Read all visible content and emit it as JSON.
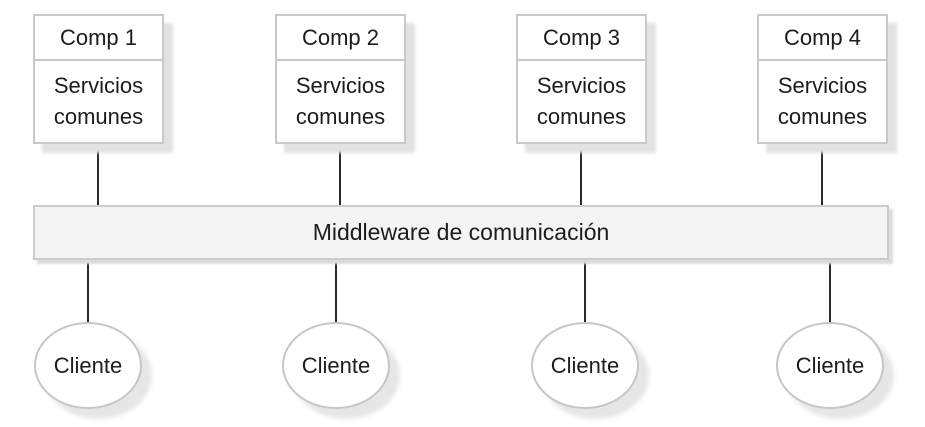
{
  "figure": {
    "components": [
      {
        "title": "Comp 1",
        "services_label": "Servicios comunes"
      },
      {
        "title": "Comp 2",
        "services_label": "Servicios comunes"
      },
      {
        "title": "Comp 3",
        "services_label": "Servicios comunes"
      },
      {
        "title": "Comp 4",
        "services_label": "Servicios comunes"
      }
    ],
    "middleware_label": "Middleware de comunicación",
    "clients": [
      {
        "label": "Cliente"
      },
      {
        "label": "Cliente"
      },
      {
        "label": "Cliente"
      },
      {
        "label": "Cliente"
      }
    ],
    "colors": {
      "background": "#ffffff",
      "box_border": "#c9c9c9",
      "bar_fill": "#f4f4f4",
      "bar_border": "#cbcbcb",
      "shadow": "#e2e2e2",
      "connector_line": "#2b2b2b",
      "text": "#1c1c1c"
    }
  }
}
